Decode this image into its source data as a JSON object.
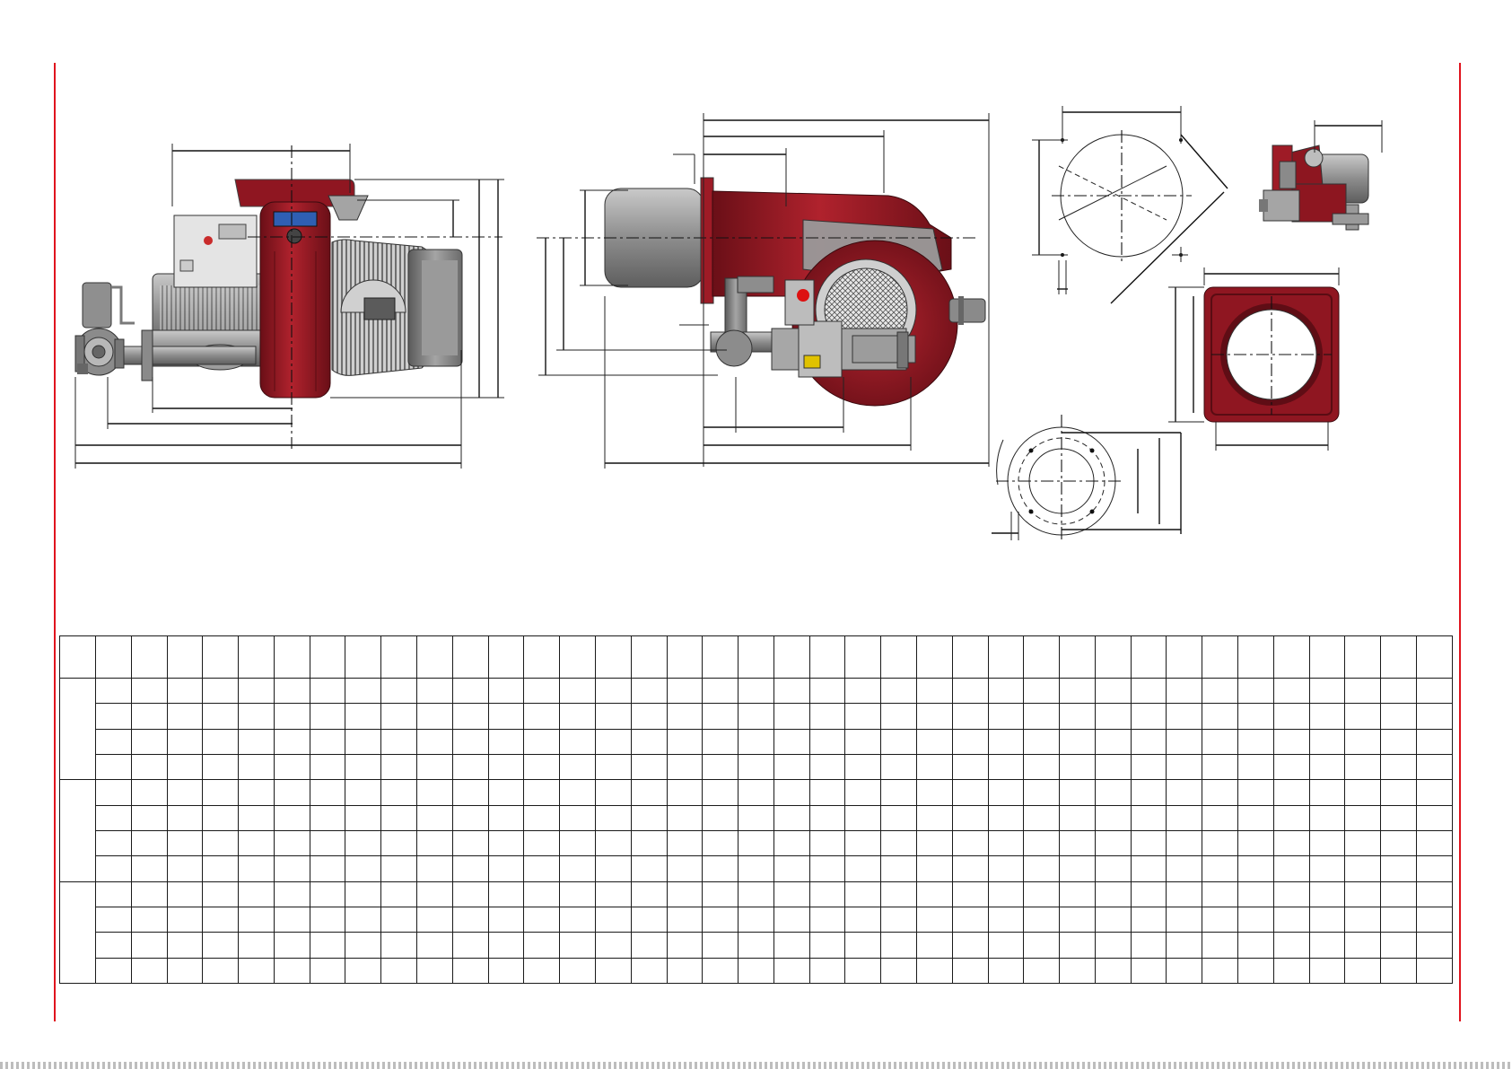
{
  "drawing": {
    "views": [
      {
        "id": "front-view",
        "label": ""
      },
      {
        "id": "side-view",
        "label": ""
      },
      {
        "id": "boiler-plate-cutout",
        "label": ""
      },
      {
        "id": "burner-thumbnail",
        "label": ""
      },
      {
        "id": "insulation-gasket",
        "label": ""
      },
      {
        "id": "gas-flange",
        "label": ""
      }
    ],
    "colors": {
      "frame": "#e0141e",
      "burner_red": "#9e1b26",
      "burner_red_dark": "#6a0f17",
      "motor_grey": "#9a9a9a",
      "line": "#111111"
    }
  },
  "table": {
    "columns": 38,
    "groups": [
      {
        "rows": 4,
        "label": ""
      },
      {
        "rows": 4,
        "label": ""
      },
      {
        "rows": 4,
        "label": ""
      }
    ],
    "cells_text": []
  }
}
